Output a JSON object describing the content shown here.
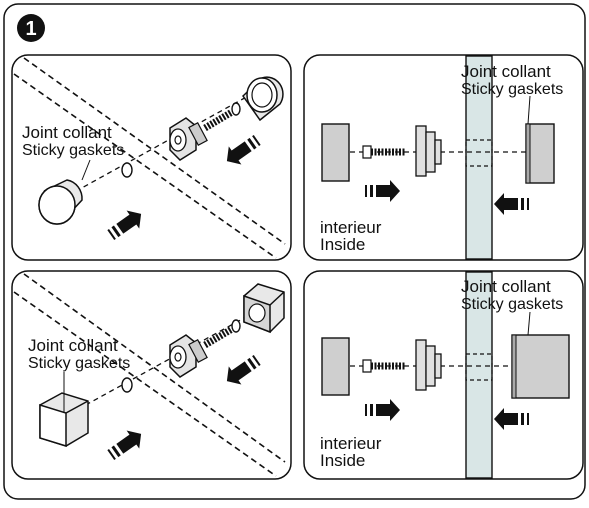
{
  "step": {
    "number": "1"
  },
  "panels": {
    "top_left": {
      "label_fr": "Joint collant",
      "label_en": "Sticky gaskets"
    },
    "top_right": {
      "label_fr": "Joint collant",
      "label_en": "Sticky gaskets",
      "side_fr": "interieur",
      "side_en": "Inside"
    },
    "bottom_left": {
      "label_fr": "Joint collant",
      "label_en": "Sticky gaskets"
    },
    "bottom_right": {
      "label_fr": "Joint collant",
      "label_en": "Sticky gaskets",
      "side_fr": "interieur",
      "side_en": "Inside"
    }
  },
  "icons": [
    "step-number-badge",
    "arrow-icon",
    "screw-icon",
    "round-knob-icon",
    "square-knob-icon",
    "gasket-icon"
  ],
  "colors": {
    "line": "#111111",
    "glass": "#d9e6e6",
    "part": "#cfcfcf"
  }
}
